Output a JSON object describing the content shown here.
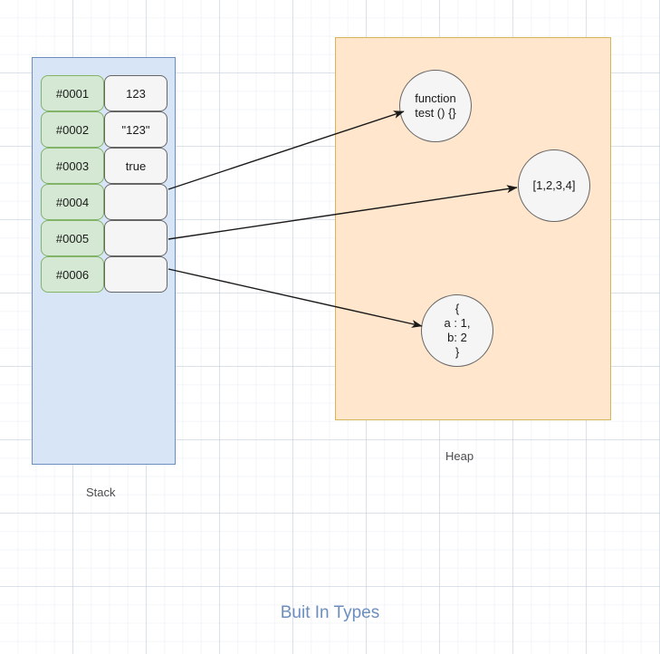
{
  "diagram": {
    "title": "Buit In Types",
    "stack": {
      "caption": "Stack",
      "fill_color": "#d8e5f7",
      "border_color": "#6c8ebf",
      "address_cell_color": "#d5e8d4",
      "address_border_color": "#82b366",
      "value_cell_color": "#f5f5f5",
      "value_border_color": "#666666",
      "rows": [
        {
          "address": "#0001",
          "value": "123"
        },
        {
          "address": "#0002",
          "value": "\"123\""
        },
        {
          "address": "#0003",
          "value": "true"
        },
        {
          "address": "#0004",
          "value": ""
        },
        {
          "address": "#0005",
          "value": ""
        },
        {
          "address": "#0006",
          "value": ""
        }
      ]
    },
    "heap": {
      "caption": "Heap",
      "fill_color": "#ffe6cc",
      "border_color": "#d6b656",
      "objects": [
        {
          "id": "function",
          "line1": "function",
          "line2": "test () {}",
          "line3": "",
          "line4": ""
        },
        {
          "id": "array",
          "line1": "[1,2,3,4]",
          "line2": "",
          "line3": "",
          "line4": ""
        },
        {
          "id": "object",
          "line1": "{",
          "line2": "a : 1,",
          "line3": "b: 2",
          "line4": "}"
        }
      ]
    },
    "arrows": [
      {
        "from": "#0004",
        "to": "function"
      },
      {
        "from": "#0005",
        "to": "array"
      },
      {
        "from": "#0006",
        "to": "object"
      }
    ]
  }
}
